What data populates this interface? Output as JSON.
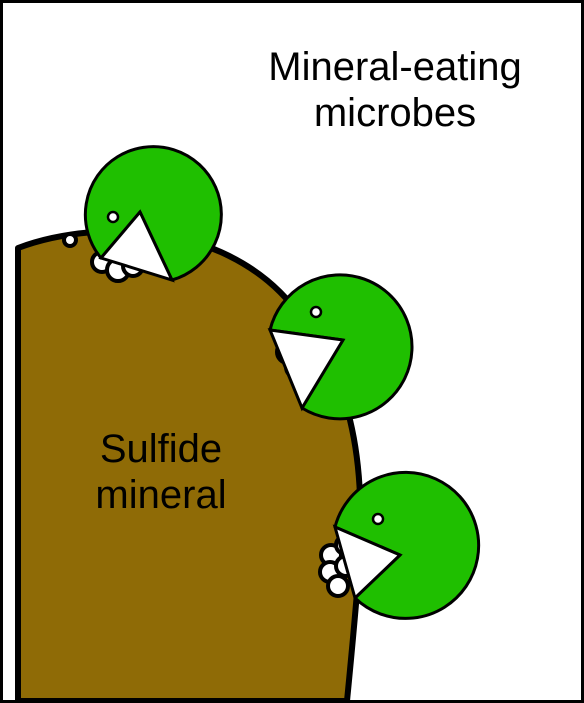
{
  "labels": {
    "microbes_line1": "Mineral-eating",
    "microbes_line2": "microbes",
    "mineral_line1": "Sulfide",
    "mineral_line2": "mineral"
  },
  "colors": {
    "mineral": "#8f6b06",
    "microbe": "#1fbf00",
    "outline": "#000000",
    "background": "#ffffff",
    "mouth_fill": "#ffffff"
  },
  "icons": {
    "microbe": "pacman-microbe-icon",
    "eye": "eye-icon",
    "debris": "bite-debris-icon"
  }
}
